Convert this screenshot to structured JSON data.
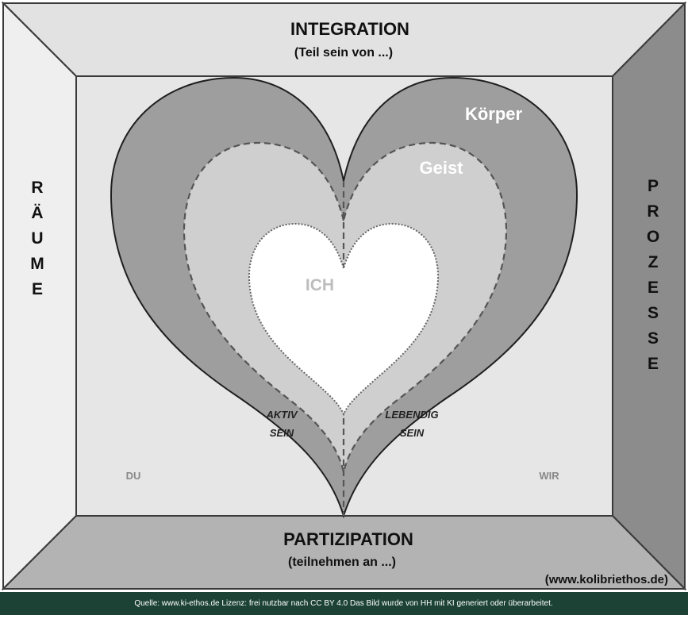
{
  "diagram": {
    "top": {
      "title": "INTEGRATION",
      "subtitle": "(Teil sein von ...)"
    },
    "bottom": {
      "title": "PARTIZIPATION",
      "subtitle": "(teilnehmen an ...)"
    },
    "left_letters": [
      "R",
      "Ä",
      "U",
      "M",
      "E"
    ],
    "right_letters": [
      "P",
      "R",
      "O",
      "Z",
      "E",
      "S",
      "S",
      "E"
    ],
    "layers": {
      "outer": "Körper",
      "middle": "Geist",
      "inner": "ICH"
    },
    "left_tag": [
      "AKTIV",
      "SEIN"
    ],
    "right_tag": [
      "LEBENDIG",
      "SEIN"
    ],
    "corner_left": "DU",
    "corner_right": "WIR",
    "website": "(www.kolibriethos.de)"
  },
  "footer": {
    "text": "Quelle: www.ki-ethos.de Lizenz: frei nutzbar nach CC BY 4.0 Das Bild wurde von HH mit KI generiert oder überarbeitet."
  },
  "colors": {
    "frame_top": "#e2e2e2",
    "frame_left": "#efefef",
    "frame_right": "#8c8c8c",
    "frame_bottom": "#b3b3b3",
    "back_wall": "#e6e6e6",
    "heart_outer": "#9e9e9e",
    "heart_middle": "#cfcfcf",
    "heart_inner": "#ffffff",
    "footer_bg": "#1c4235"
  }
}
